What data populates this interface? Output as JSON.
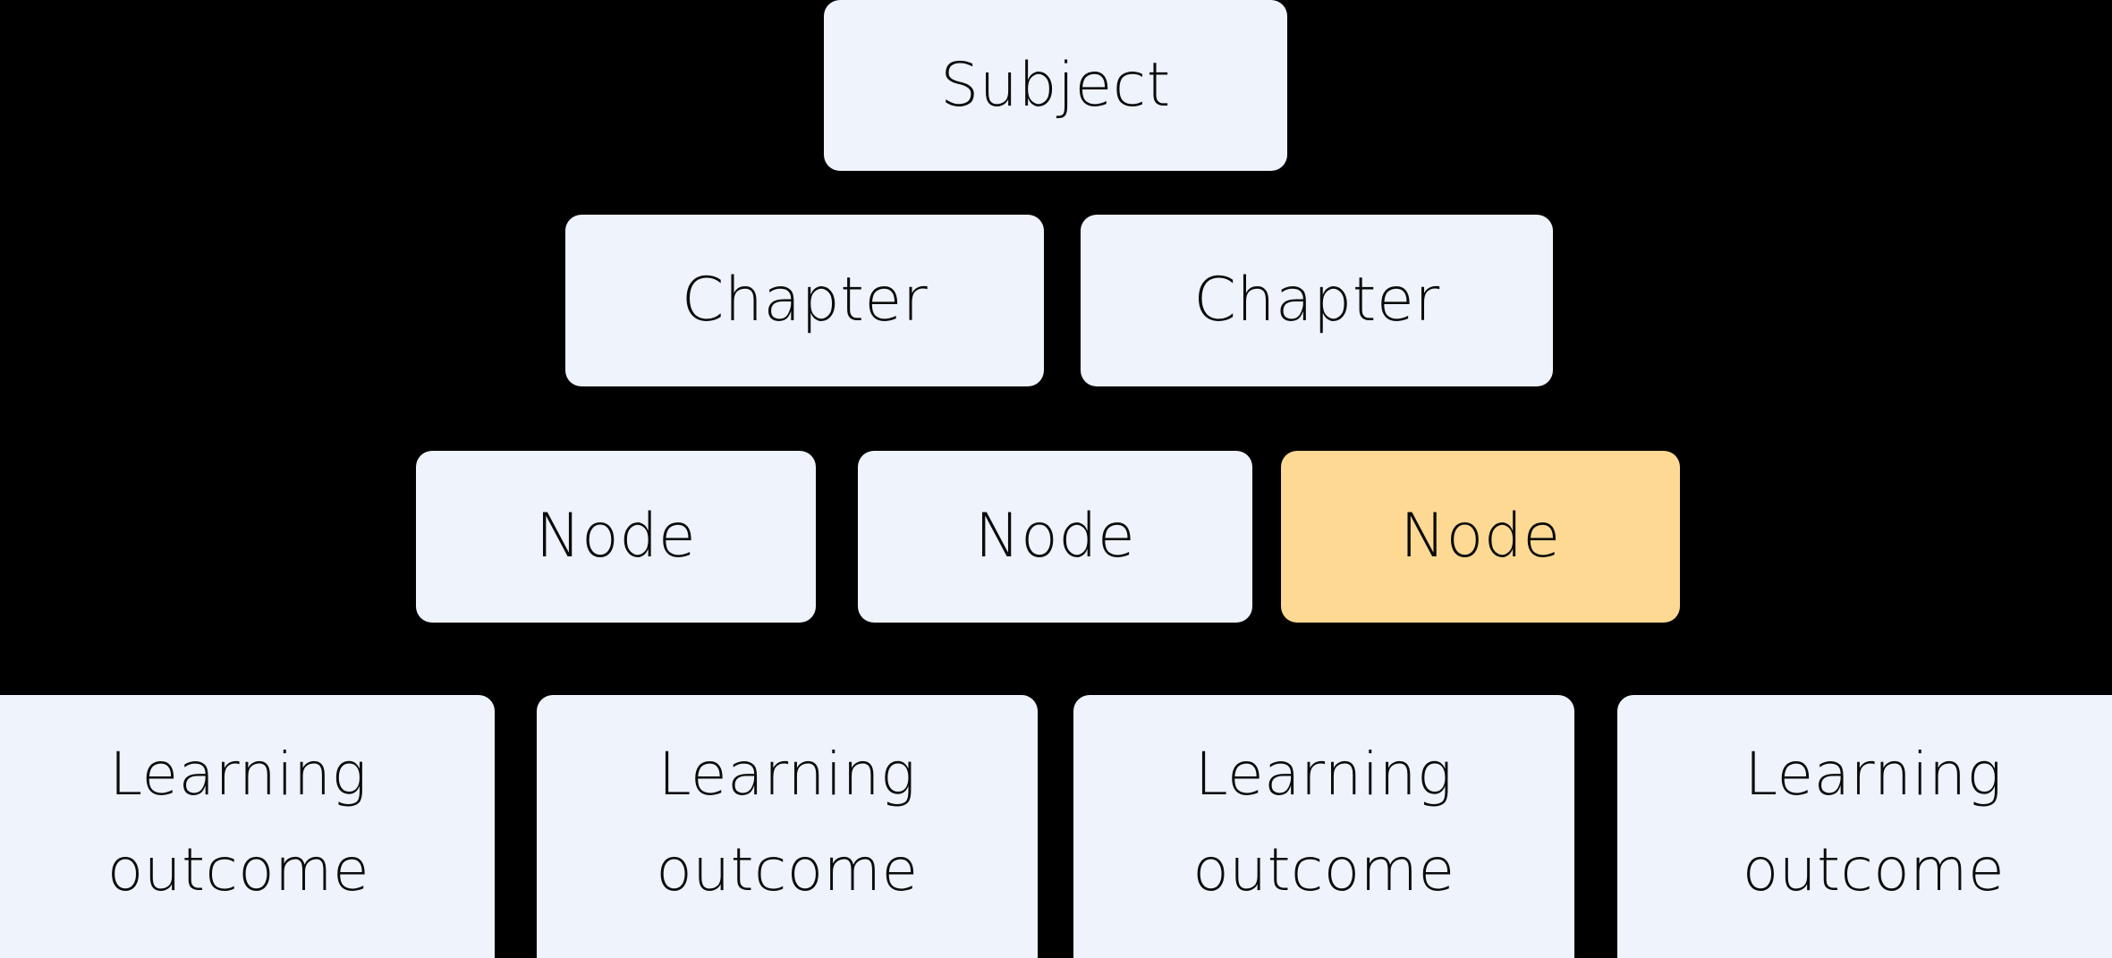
{
  "diagram": {
    "levels": [
      {
        "nodes": [
          {
            "label": "Subject",
            "highlighted": false
          }
        ]
      },
      {
        "nodes": [
          {
            "label": "Chapter",
            "highlighted": false
          },
          {
            "label": "Chapter",
            "highlighted": false
          }
        ]
      },
      {
        "nodes": [
          {
            "label": "Node",
            "highlighted": false
          },
          {
            "label": "Node",
            "highlighted": false
          },
          {
            "label": "Node",
            "highlighted": true
          }
        ]
      },
      {
        "nodes": [
          {
            "label": "Learning\noutcome",
            "highlighted": false
          },
          {
            "label": "Learning\noutcome",
            "highlighted": false
          },
          {
            "label": "Learning\noutcome",
            "highlighted": false
          },
          {
            "label": "Learning\noutcome",
            "highlighted": false
          }
        ]
      }
    ]
  },
  "colors": {
    "background": "#000000",
    "box": "#eef3fc",
    "highlight": "#fdd993",
    "text": "#0b0b0b"
  }
}
